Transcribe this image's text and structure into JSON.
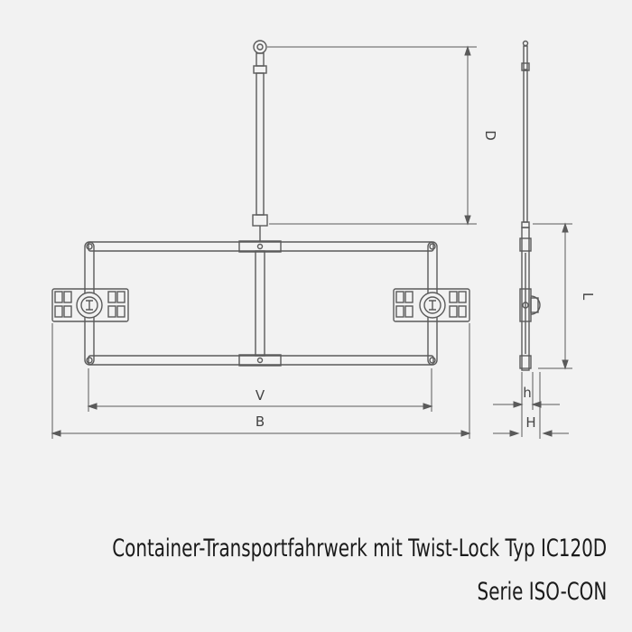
{
  "caption": {
    "line1": "Container-Transportfahrwerk mit Twist-Lock Typ IC120D",
    "line2": "Serie ISO-CON"
  },
  "dimensions": {
    "D": "D",
    "L": "L",
    "V": "V",
    "B": "B",
    "h": "h",
    "H": "H"
  },
  "colors": {
    "background": "#f2f2f2",
    "line": "#5a5a5a",
    "text": "#1a1a1a"
  }
}
